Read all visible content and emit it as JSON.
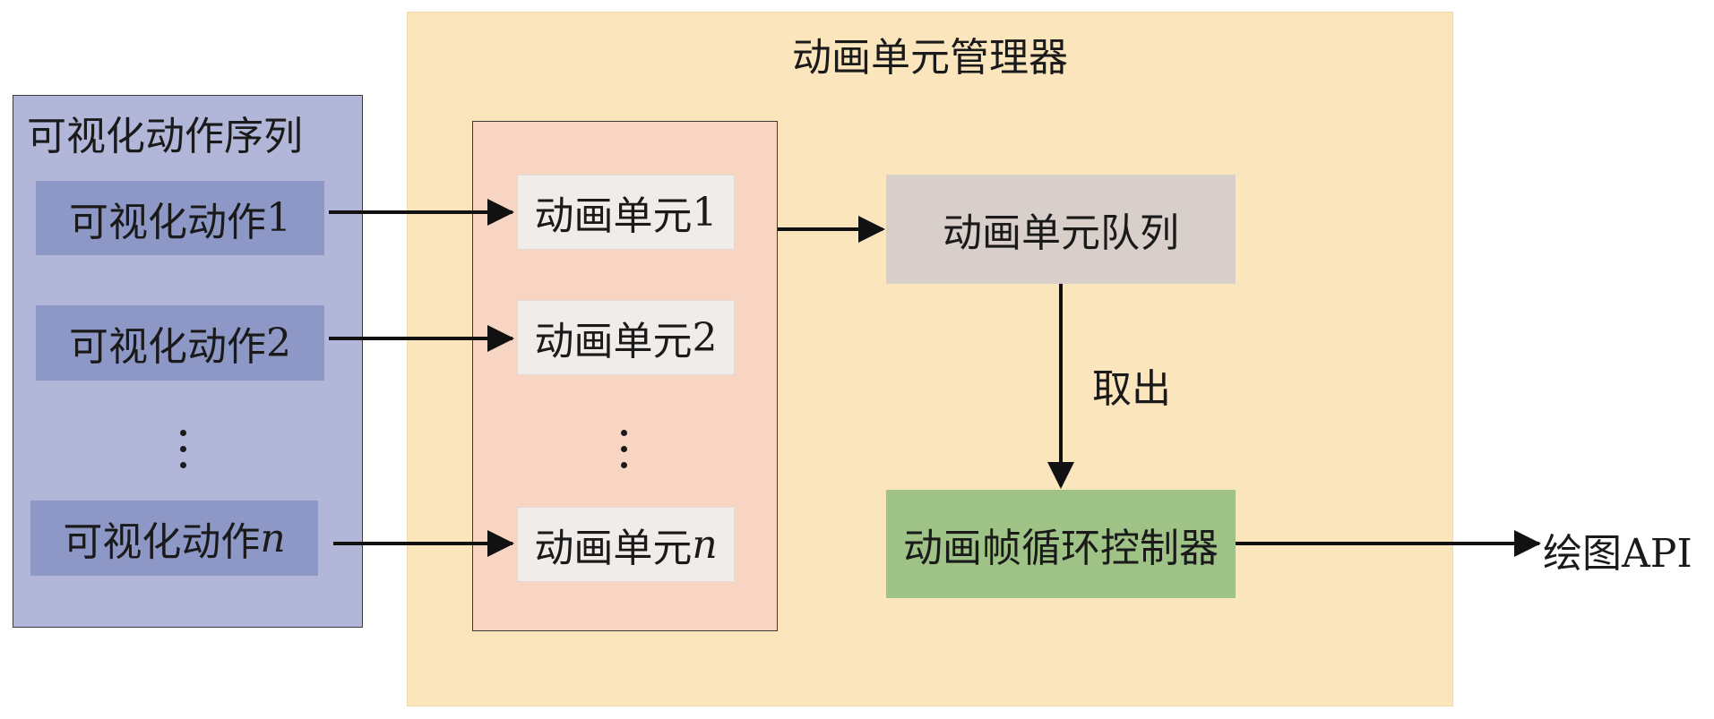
{
  "manager": {
    "title": "动画单元管理器"
  },
  "sequence": {
    "title": "可视化动作序列",
    "actions": [
      {
        "text": "可视化动作",
        "suffix": "1",
        "suffix_italic": false
      },
      {
        "text": "可视化动作",
        "suffix": "2",
        "suffix_italic": false
      },
      {
        "text": "可视化动作",
        "suffix": "n",
        "suffix_italic": true
      }
    ],
    "ellipsis": "⋮"
  },
  "units": {
    "items": [
      {
        "text": "动画单元",
        "suffix": "1",
        "suffix_italic": false
      },
      {
        "text": "动画单元",
        "suffix": "2",
        "suffix_italic": false
      },
      {
        "text": "动画单元",
        "suffix": "n",
        "suffix_italic": true
      }
    ],
    "ellipsis": "⋮"
  },
  "queue": {
    "label": "动画单元队列"
  },
  "fetch": {
    "label": "取出"
  },
  "loop_controller": {
    "label": "动画帧循环控制器"
  },
  "output": {
    "label": "绘图API"
  },
  "colors": {
    "manager_bg": "#fbe5bc",
    "sequence_bg": "#b2b6d8",
    "action_bg": "#8e98c6",
    "units_bg": "#f7d5c2",
    "unit_bg": "#f0ecea",
    "queue_bg": "#d8ceca",
    "loop_bg": "#9fc386",
    "arrow": "#111111"
  }
}
